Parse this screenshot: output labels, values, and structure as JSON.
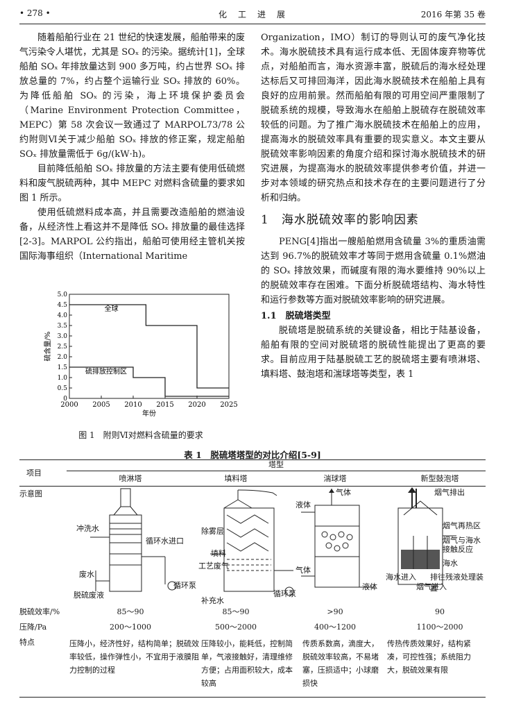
{
  "header": {
    "page_num": "• 278 •",
    "journal": "化　工　进　展",
    "issue": "2016 年第 35 卷"
  },
  "left_col": {
    "p1": "随着船舶行业在 21 世纪的快速发展，船舶带来的废气污染令人堪忧，尤其是 SOₓ 的污染。据统计[1]，全球船舶 SOₓ 年排放量达到 900 多万吨，约占世界 SOₓ 排放总量的 7%，约占整个运输行业 SOₓ 排放的 60%。为降低船舶 SOₓ 的污染，海上环境保护委员会（Marine Environment Protection Committee，MEPC）第 58 次会议一致通过了 MARPOL73/78 公约附则Ⅵ关于减少船舶 SOₓ 排放的修正案，规定船舶 SOₓ 排放量需低于 6g/(kW·h)。",
    "p2": "目前降低船舶 SOₓ 排放量的方法主要有使用低硫燃料和废气脱硫两种，其中 MEPC 对燃料含硫量的要求如图 1 所示。",
    "p3": "使用低硫燃料成本高，并且需要改造船舶的燃油设备，从经济性上看这并不是降低 SOₓ 排放量的最佳选择[2-3]。MARPOL 公约指出，船舶可使用经主管机关按国际海事组织（International Maritime"
  },
  "right_col": {
    "p1": "Organization，IMO）制订的导则认可的废气净化技术。海水脱硫技术具有运行成本低、无固体废弃物等优点，对船舶而言，海水资源丰富，脱硫后的海水经处理达标后又可排回海洋，因此海水脱硫技术在船舶上具有良好的应用前景。然而船舶有限的可用空间严重限制了脱硫系统的规模，导致海水在船舶上脱硫存在脱硫效率较低的问题。为了推广海水脱硫技术在船舶上的应用，提高海水的脱硫效率具有重要的现实意义。本文主要从脱硫效率影响因素的角度介绍和探讨海水脱硫技术的研究进展，为提高海水的脱硫效率提供参考价值，并进一步对本领域的研究热点和技术存在的主要问题进行了分析和归纳。",
    "h1": "1　海水脱硫效率的影响因素",
    "p2": "PENG[4]指出一艘船舶燃用含硫量 3%的重质油需达到 96.7%的脱硫效率才等同于燃用含硫量 0.1%燃油的 SOₓ 排放效果，而碱度有限的海水要维持 90%以上的脱硫效率存在困难。下面分析脱硫塔结构、海水特性和运行参数等方面对脱硫效率影响的研究进展。",
    "h2": "1.1　脱硫塔类型",
    "p3": "脱硫塔是脱硫系统的关键设备，相比于陆基设备，船舶有限的空间对脱硫塔的脱硫性能提出了更高的要求。目前应用于陆基脱硫工艺的脱硫塔主要有喷淋塔、填料塔、鼓泡塔和湍球塔等类型，表 1"
  },
  "figure": {
    "caption": "图 1　附则Ⅵ对燃料含硫量的要求",
    "chart_data": {
      "type": "line",
      "title": "",
      "xlabel": "年份",
      "ylabel": "硫含量/%",
      "xlim": [
        2000,
        2025
      ],
      "ylim": [
        0,
        5.0
      ],
      "x_ticks": [
        "2000",
        "2005",
        "2010",
        "2015",
        "2020",
        "2025"
      ],
      "y_ticks": [
        "0",
        "0.5",
        "1.0",
        "1.5",
        "2.0",
        "2.5",
        "3.0",
        "3.5",
        "4.0",
        "4.5",
        "5.0"
      ],
      "series": [
        {
          "name": "全球",
          "x": [
            2000,
            2012,
            2012,
            2020,
            2020,
            2025
          ],
          "y": [
            4.5,
            4.5,
            3.5,
            3.5,
            0.5,
            0.5
          ]
        },
        {
          "name": "硫排放控制区",
          "x": [
            2000,
            2010,
            2010,
            2015,
            2015,
            2025
          ],
          "y": [
            1.5,
            1.5,
            1.0,
            1.0,
            0.1,
            0.1
          ]
        }
      ],
      "annotations": [
        "全球",
        "硫排放控制区"
      ],
      "grid": false
    }
  },
  "table": {
    "title": "表 1　脱硫塔塔型的对比介绍[5-9]",
    "header_item": "项目",
    "header_group": "塔型",
    "columns": [
      "喷淋塔",
      "填料塔",
      "湍球塔",
      "新型鼓泡塔"
    ],
    "row_labels": {
      "diagram": "示意图",
      "efficiency": "脱硫效率/%",
      "pressure": "压降/Pa",
      "features": "特点"
    },
    "efficiency": [
      "85～90",
      "85～90",
      ">90",
      "90"
    ],
    "pressure": [
      "200～1000",
      "500～2000",
      "400～1200",
      "1100～2000"
    ],
    "features": [
      "压降小，经济性好，结构简单；脱硫效率较低，操作弹性小，不宜用于液膜阻力控制的过程",
      "压降较小，能耗低，控制简单，气液接触好，清理维修方便；占用面积较大，成本较高",
      "传质系数高，滴度大，脱硫效率较高，不易堵塞，压损适中；小球磨损快",
      "传热传质效果好，结构紧凑，可控性强；系统阻力大，脱硫效果有限"
    ],
    "diagram_labels": {
      "spray": [
        "冲洗水",
        "循环水进口",
        "废水",
        "循环泵",
        "脱硫废液"
      ],
      "packed": [
        "除雾层",
        "填料",
        "工艺废气",
        "补充水",
        "循环泵"
      ],
      "turbulent": [
        "气体",
        "液体",
        "气体",
        "液体"
      ],
      "bubble": [
        "烟气排出",
        "烟气再热区",
        "烟气与海水接触反应",
        "海水",
        "海水进入",
        "排往残液处理装置",
        "烟气进入"
      ]
    }
  }
}
